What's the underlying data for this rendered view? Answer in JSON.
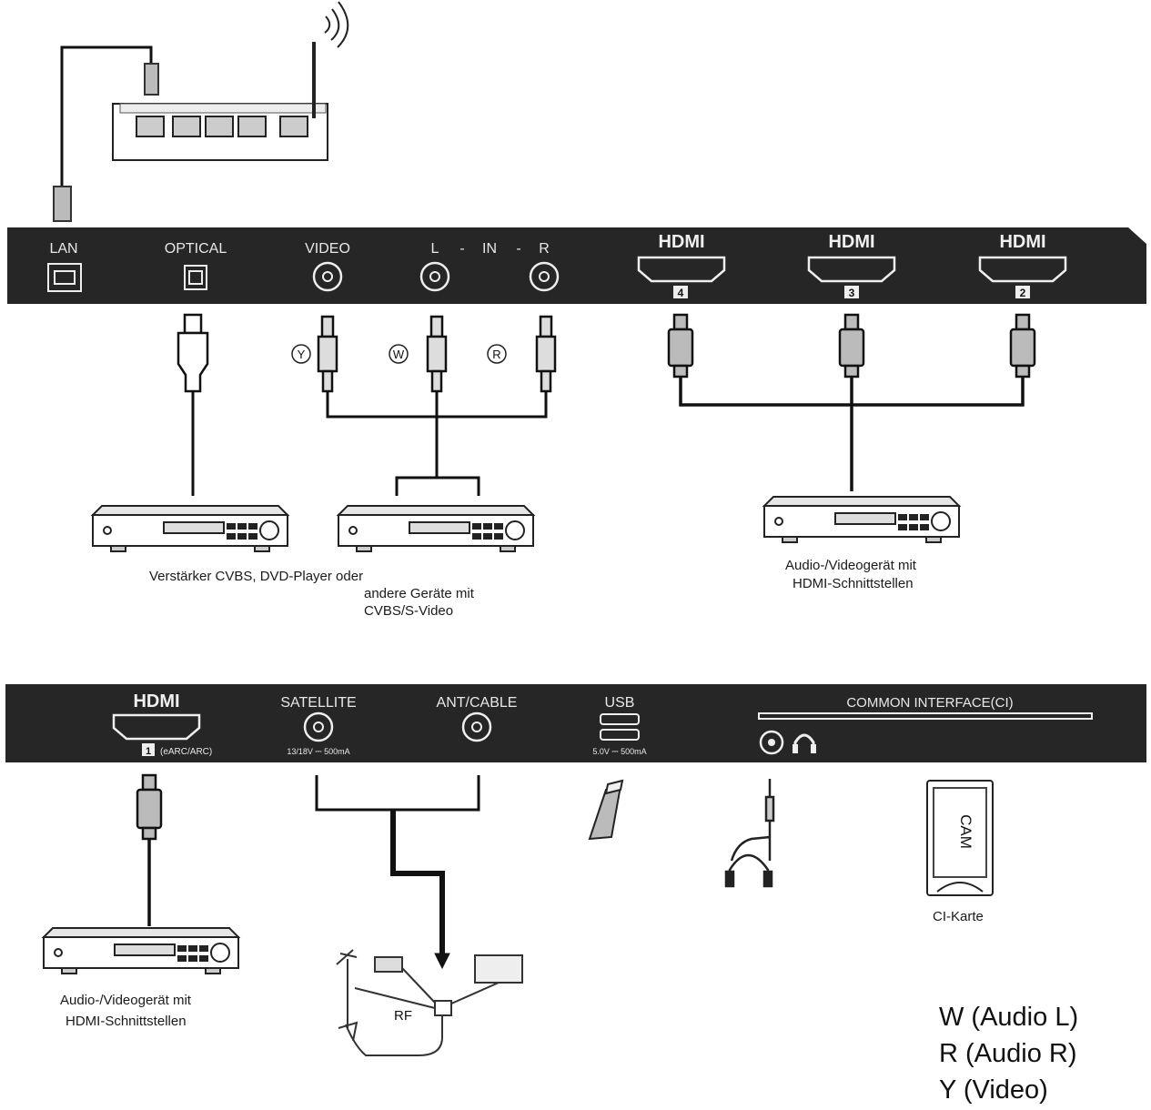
{
  "top_panel": {
    "port_labels": {
      "lan": "LAN",
      "optical": "OPTICAL",
      "video": "VIDEO",
      "l": "L",
      "in": "IN",
      "r": "R",
      "dash": "-"
    },
    "hdmi_logo": "HDMI",
    "hdmi_numbers": [
      "4",
      "3",
      "2"
    ]
  },
  "cable_markers": {
    "y": "Y",
    "w": "W",
    "r": "R"
  },
  "captions": {
    "cvbs_line1": "Verstärker CVBS, DVD-Player oder",
    "cvbs_line2": "andere Geräte mit",
    "cvbs_line3": "CVBS/S-Video",
    "hdmi_top_line1": "Audio-/Videogerät mit",
    "hdmi_top_line2": "HDMI-Schnittstellen",
    "hdmi_bottom_line1": "Audio-/Videogerät mit",
    "hdmi_bottom_line2": "HDMI-Schnittstellen",
    "ci_card": "CI-Karte",
    "cam": "CAM",
    "rf": "RF"
  },
  "bottom_panel": {
    "hdmi_logo": "HDMI",
    "hdmi_number": "1",
    "hdmi_sub": "(eARC/ARC)",
    "satellite": "SATELLITE",
    "satellite_spec": "13/18V ⎓ 500mA",
    "ant_cable": "ANT/CABLE",
    "usb": "USB",
    "usb_spec": "5.0V ⎓ 500mA",
    "common_interface": "COMMON INTERFACE(CI)"
  },
  "legend": [
    "W (Audio L)",
    "R (Audio R)",
    "Y (Video)"
  ]
}
